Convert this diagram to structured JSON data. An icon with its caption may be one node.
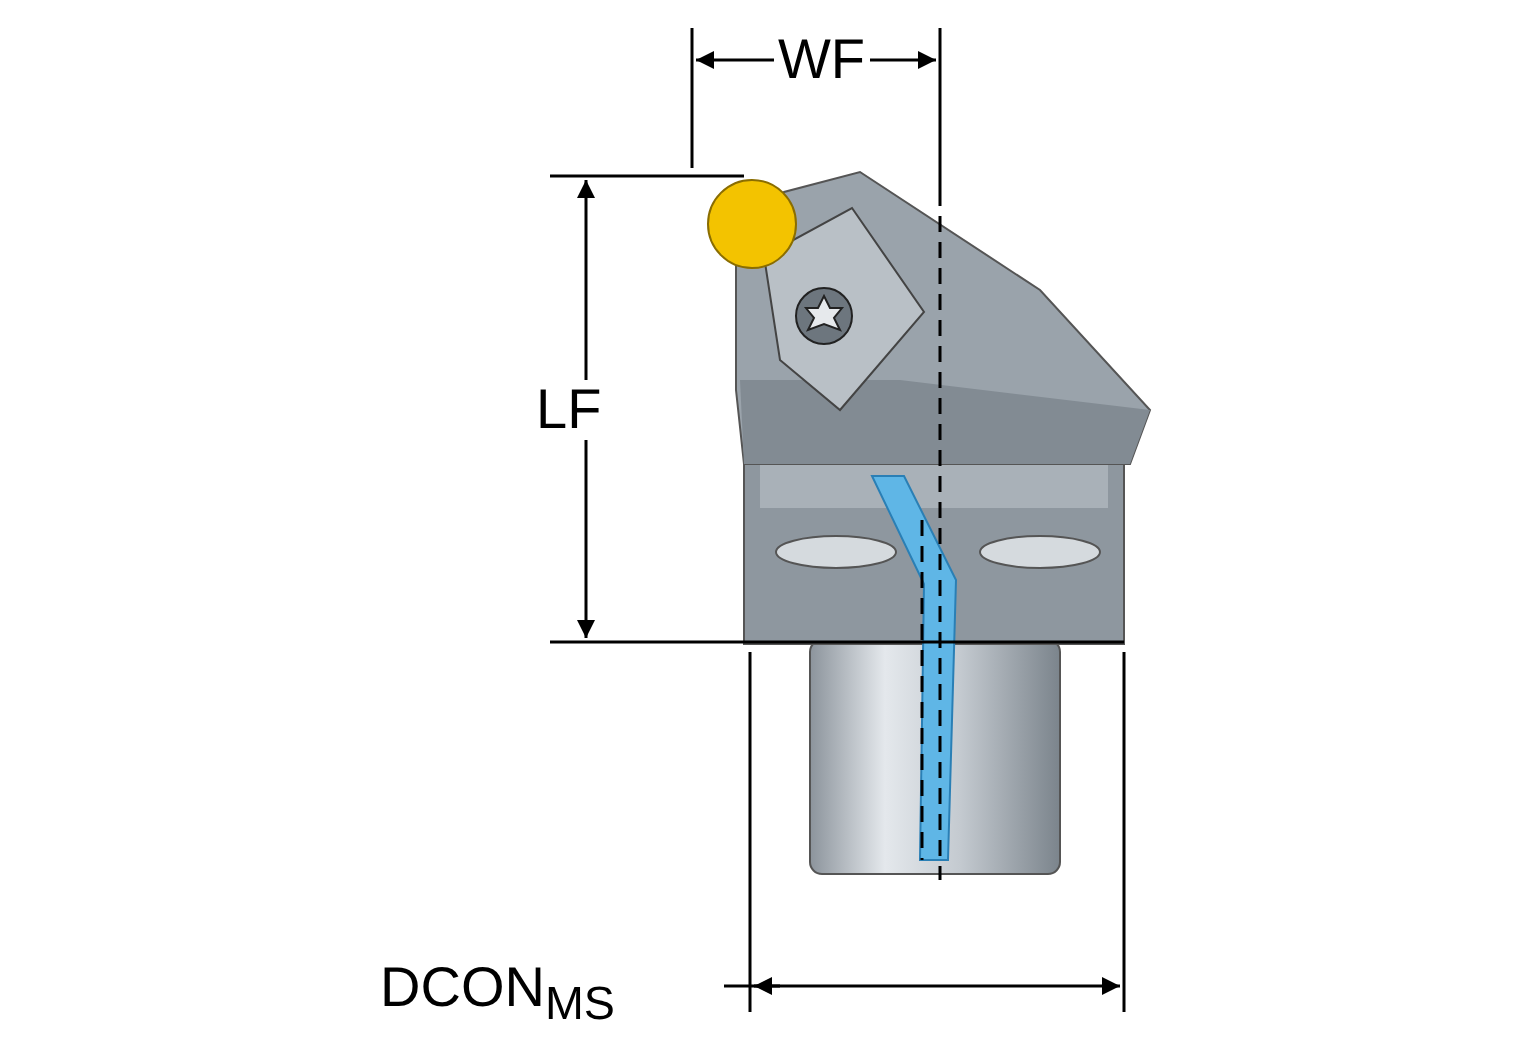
{
  "diagram": {
    "labels": [
      "WF",
      "LF",
      "DCON$_{MS}$"
    ]
  }
}
